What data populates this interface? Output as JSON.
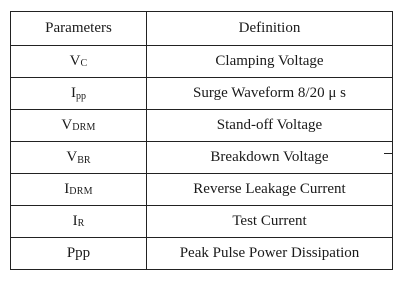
{
  "table": {
    "headers": [
      "Parameters",
      "Definition"
    ],
    "rows": [
      {
        "symbol": "V",
        "sub": "C",
        "definition": "Clamping Voltage"
      },
      {
        "symbol": "I",
        "sub": "pp",
        "definition": "Surge Waveform 8/20 μ s"
      },
      {
        "symbol": "V",
        "sub": "DRM",
        "definition": "Stand-off Voltage"
      },
      {
        "symbol": "V",
        "sub": "BR",
        "definition": "Breakdown Voltage"
      },
      {
        "symbol": "I",
        "sub": "DRM",
        "definition": "Reverse Leakage Current"
      },
      {
        "symbol": "I",
        "sub": "R",
        "definition": "Test Current"
      },
      {
        "symbol": "Ppp",
        "sub": "",
        "definition": "Peak Pulse Power Dissipation"
      }
    ]
  }
}
